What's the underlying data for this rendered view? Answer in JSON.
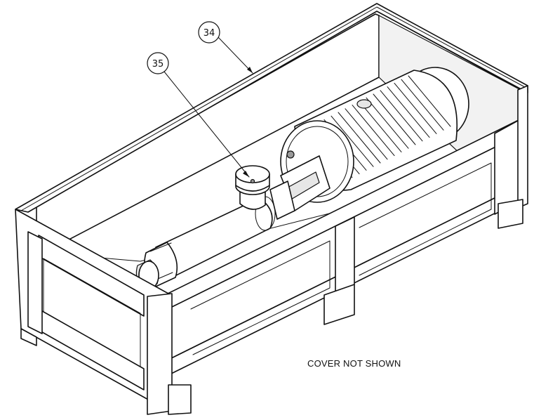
{
  "callouts": [
    {
      "label": "34"
    },
    {
      "label": "35"
    }
  ],
  "note": "COVER NOT SHOWN"
}
